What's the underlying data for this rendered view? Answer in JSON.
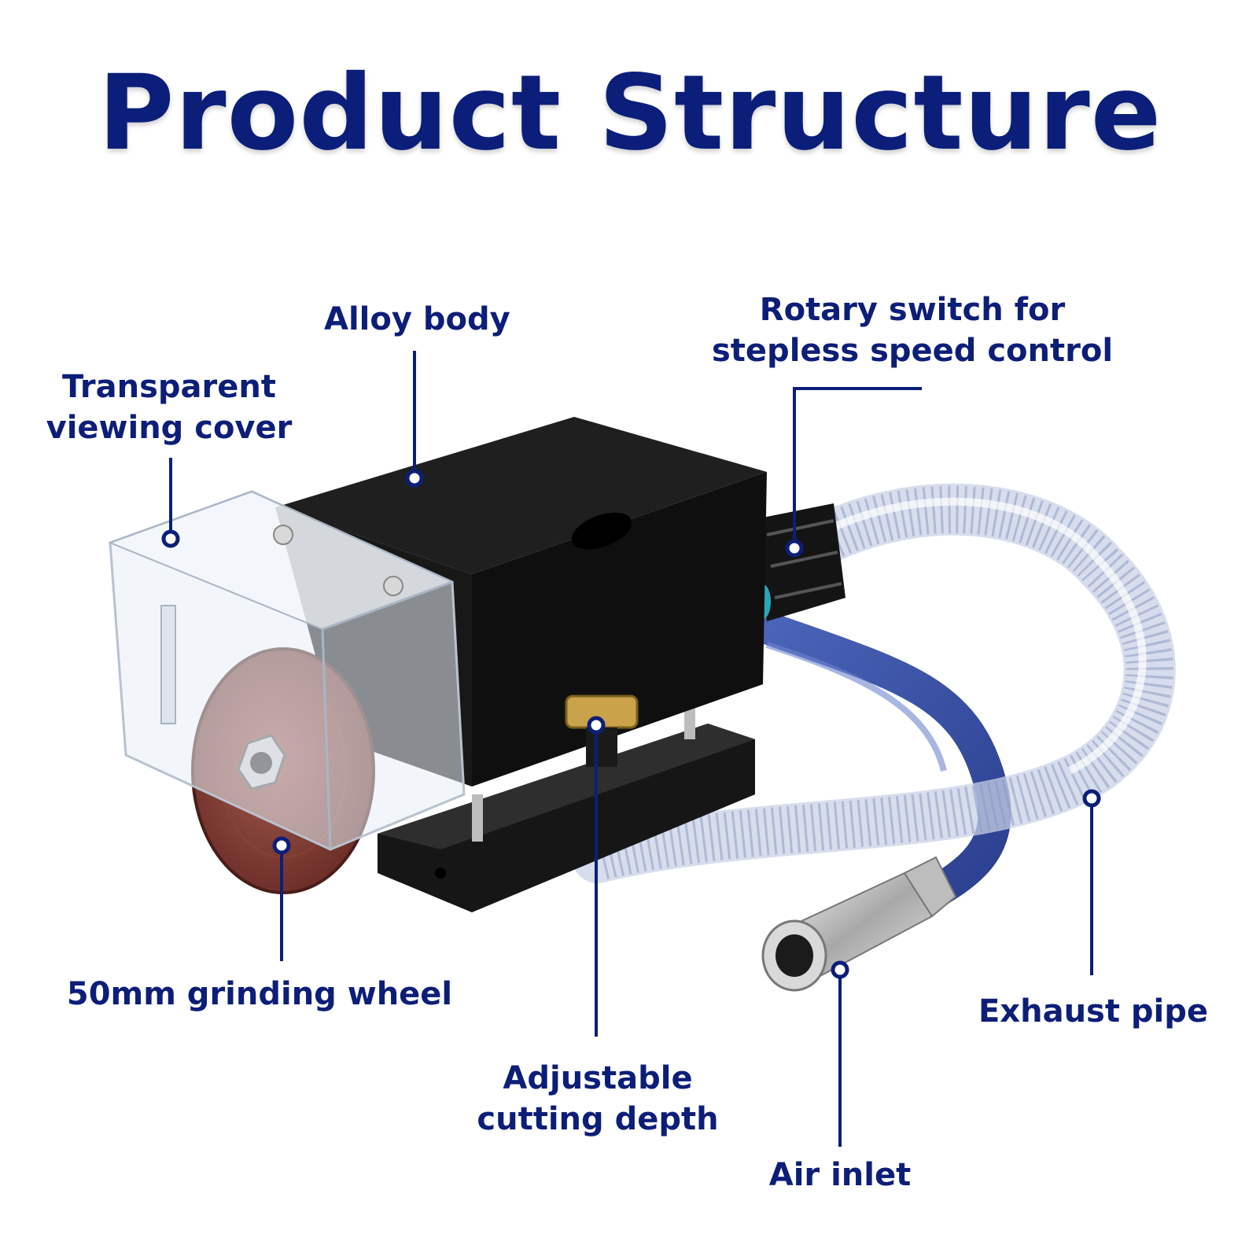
{
  "title": "Product Structure",
  "colors": {
    "title": "#0b1e7a",
    "label": "#0d1e78",
    "leader": "#0d1e78"
  },
  "labels": {
    "alloy_body": [
      "Alloy body"
    ],
    "viewing_cover": [
      "Transparent",
      "viewing cover"
    ],
    "rotary_switch": [
      "Rotary switch for",
      "stepless speed control"
    ],
    "grinding_wheel": [
      "50mm grinding wheel"
    ],
    "cutting_depth": [
      "Adjustable",
      "cutting depth"
    ],
    "air_inlet": [
      "Air inlet"
    ],
    "exhaust_pipe": [
      "Exhaust pipe"
    ]
  }
}
